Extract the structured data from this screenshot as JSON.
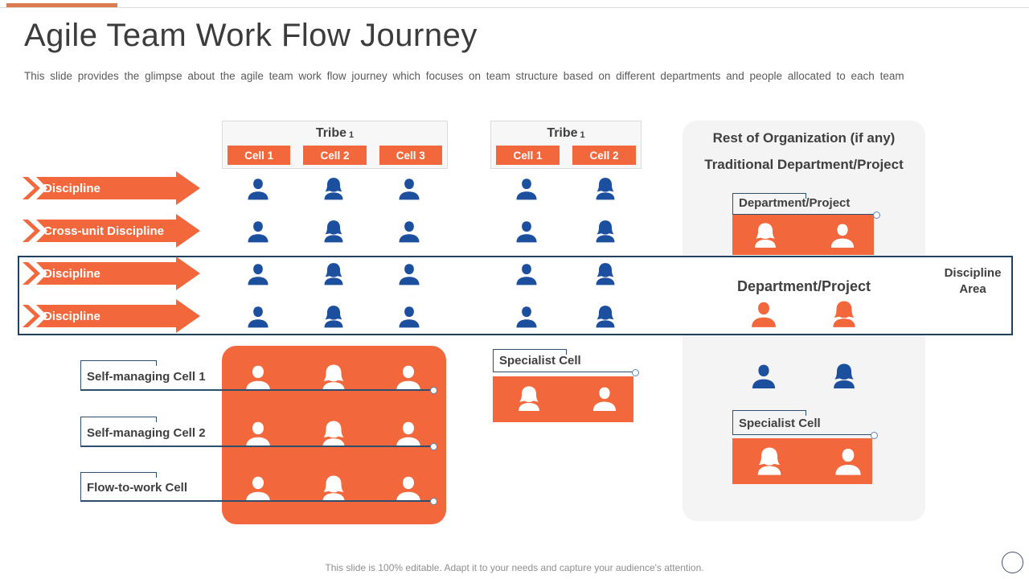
{
  "header": {
    "title": "Agile Team Work Flow Journey",
    "subtitle": "This slide provides the glimpse about the agile team work flow journey which focuses on team structure based on different departments and people allocated to each team"
  },
  "tribes": [
    {
      "name": "Tribe",
      "index": "1",
      "cells": [
        "Cell 1",
        "Cell 2",
        "Cell 3"
      ]
    },
    {
      "name": "Tribe",
      "index": "1",
      "cells": [
        "Cell 1",
        "Cell 2"
      ]
    }
  ],
  "arrows": [
    {
      "label": "Discipline"
    },
    {
      "label": "Cross-unit Discipline"
    },
    {
      "label": "Discipline"
    },
    {
      "label": "Discipline"
    }
  ],
  "discipline_area": {
    "line1": "Discipline",
    "line2": "Area"
  },
  "right_panel": {
    "heading1": "Rest of Organization (if any)",
    "heading2": "Traditional Department/Project",
    "department1": "Department/Project",
    "department2": "Department/Project",
    "specialist": "Specialist Cell"
  },
  "middle_section": {
    "specialist": "Specialist Cell"
  },
  "left_section": {
    "cell1": "Self-managing Cell 1",
    "cell2": "Self-managing Cell 2",
    "cell3": "Flow-to-work Cell"
  },
  "footer": {
    "note": "This slide is 100% editable. Adapt it to your needs and capture your audience's attention."
  },
  "colors": {
    "accent_orange": "#F2683C",
    "accent_bar": "#DB7B52",
    "icon_blue": "#1D4F9F",
    "line_navy": "#2E4E6E",
    "panel_gray": "#F4F4F4"
  }
}
